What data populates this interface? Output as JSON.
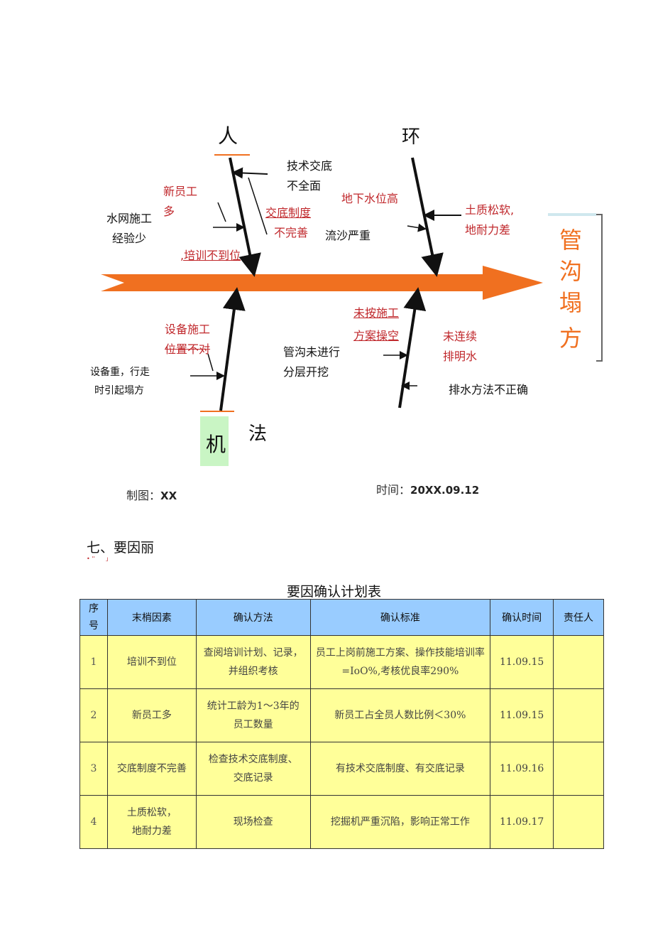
{
  "fishbone": {
    "categories": {
      "people": "人",
      "environment": "环",
      "machine": "机",
      "method": "法"
    },
    "effect": [
      "管",
      "沟",
      "塌",
      "方"
    ],
    "causes": {
      "tech_briefing": [
        "技术交底",
        "不全面"
      ],
      "new_staff": [
        "新员工",
        "多"
      ],
      "water_net": [
        "水网施工",
        "经验少"
      ],
      "briefing_system": [
        "交底制度",
        "不完善"
      ],
      "training": ",培训不到位",
      "groundwater": "地下水位高",
      "quicksand": "流沙严重",
      "soft_soil": [
        "土质松软,",
        "地耐力差"
      ],
      "equip_position": [
        "设备施工",
        "位置不对"
      ],
      "heavy_equip": [
        "设备重，行走",
        "时引起塌方"
      ],
      "not_layered": [
        "管沟未进行",
        "分层开挖"
      ],
      "not_by_plan": [
        "未按施工",
        "方案操空"
      ],
      "no_drain": [
        "未连续",
        "排明水"
      ],
      "drain_method": "排水方法不正确"
    },
    "footer": {
      "drawn_label": "制图：",
      "drawn_value": "XX",
      "time_label": "时间：",
      "time_value": "20XX.09.12"
    },
    "colors": {
      "spine": "#f07020",
      "bone": "#111111",
      "cause_red": "#c0282c"
    }
  },
  "section": {
    "title": "七、要因丽",
    "subtitle_fragment": "• ''      」"
  },
  "table": {
    "title": "要因确认计划表",
    "headers": [
      "序号",
      "末梢因素",
      "确认方法",
      "确认标准",
      "确认时间",
      "责任人"
    ],
    "rows": [
      [
        "1",
        "培训不到位",
        "查阅培训计划、记录，并组织考核",
        "员工上岗前施工方案、操作技能培训率=IoO%,考核优良率290%",
        "11.09.15",
        ""
      ],
      [
        "2",
        "新员工多",
        "统计工龄为1～3年的员工数量",
        "新员工占全员人数比例＜30%",
        "11.09.15",
        ""
      ],
      [
        "3",
        "交底制度不完善",
        "检查技术交底制度、交底记录",
        "有技术交底制度、有交底记录",
        "11.09.16",
        ""
      ],
      [
        "4",
        "土质松软，地耐力差",
        "现场检查",
        "挖掘机严重沉陷，影响正常工作",
        "11.09.17",
        ""
      ]
    ]
  }
}
